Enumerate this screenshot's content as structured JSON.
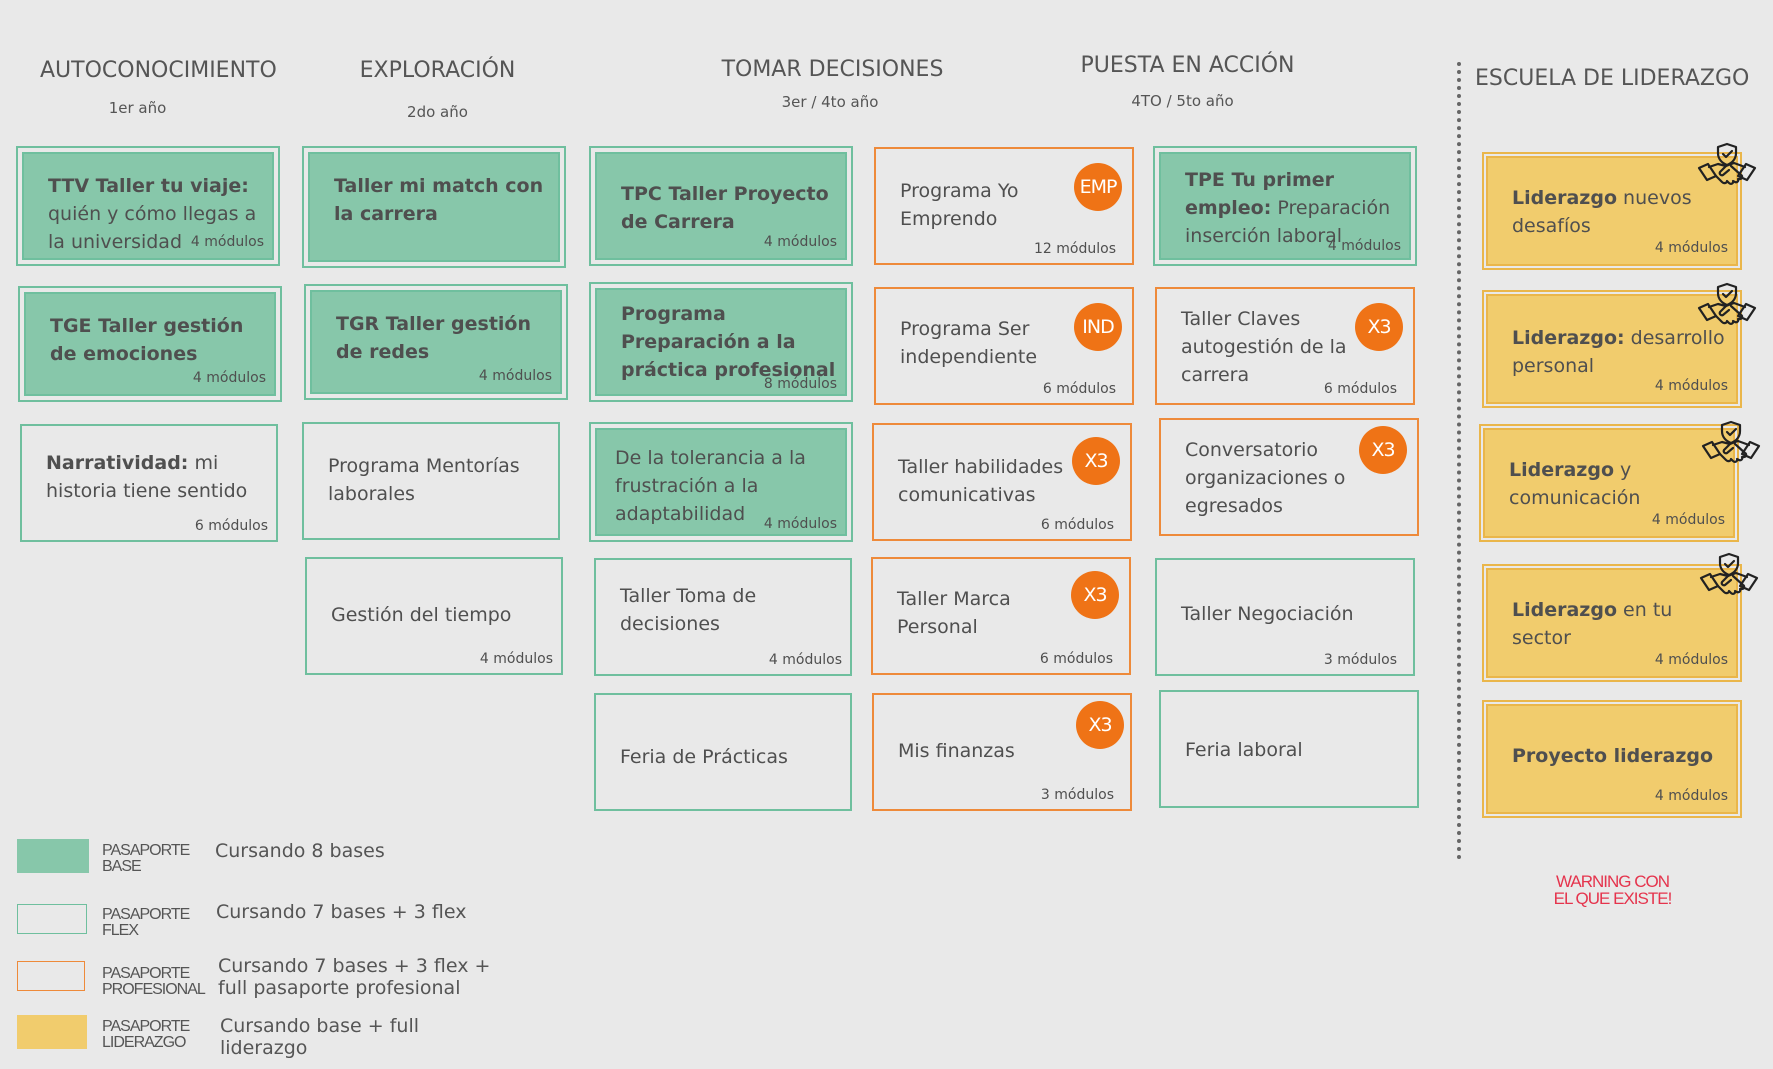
{
  "headers": {
    "autoconocimiento": {
      "title": "AUTOCONOCIMIENTO",
      "year": "1er año"
    },
    "exploracion": {
      "title": "EXPLORACIÓN",
      "year": "2do año"
    },
    "tomar": {
      "title": "TOMAR DECISIONES",
      "year": "3er / 4to año"
    },
    "puesta": {
      "title": "PUESTA EN ACCIÓN",
      "year": "4TO / 5to año"
    },
    "escuela": {
      "title": "ESCUELA DE LIDERAZGO"
    }
  },
  "cards": {
    "ttv": {
      "bold": "TTV Taller tu viaje:",
      "rest": " quién y cómo llegas a la universidad",
      "mods": "4 módulos"
    },
    "tge": {
      "bold": "TGE Taller gestión de emociones",
      "rest": "",
      "mods": "4 módulos"
    },
    "narr": {
      "bold": "Narratividad:",
      "rest": " mi historia tiene sentido",
      "mods": "6 módulos"
    },
    "match": {
      "bold": "Taller mi match con la carrera",
      "rest": "",
      "mods": ""
    },
    "tgr": {
      "bold": "TGR Taller gestión de redes",
      "rest": "",
      "mods": "4 módulos"
    },
    "mentorias": {
      "bold": "",
      "rest": "Programa Mentorías laborales",
      "mods": ""
    },
    "tiempo": {
      "bold": "",
      "rest": "Gestión del tiempo",
      "mods": "4 módulos"
    },
    "tpc": {
      "bold": "TPC Taller Proyecto de Carrera",
      "rest": "",
      "mods": "4 módulos"
    },
    "practica": {
      "bold": "Programa Preparación a la práctica profesional",
      "rest": "",
      "mods": "8 módulos"
    },
    "tolerancia": {
      "bold": "",
      "rest": "De la tolerancia a la frustración a la adaptabilidad",
      "mods": "4 módulos"
    },
    "toma": {
      "bold": "",
      "rest": "Taller Toma de decisiones",
      "mods": "4 módulos"
    },
    "feriap": {
      "bold": "",
      "rest": "Feria de Prácticas",
      "mods": ""
    },
    "emprendo": {
      "bold": "",
      "rest": "Programa Yo Emprendo",
      "mods": "12 módulos",
      "badge": "EMP"
    },
    "independiente": {
      "bold": "",
      "rest": "Programa Ser independiente",
      "mods": "6 módulos",
      "badge": "IND"
    },
    "habilidades": {
      "bold": "",
      "rest": "Taller habilidades comunicativas",
      "mods": "6 módulos",
      "badge": "X3"
    },
    "marca": {
      "bold": "",
      "rest": "Taller Marca Personal",
      "mods": "6 módulos",
      "badge": "X3"
    },
    "finanzas": {
      "bold": "",
      "rest": "Mis finanzas",
      "mods": "3 módulos",
      "badge": "X3"
    },
    "tpe": {
      "bold": "TPE Tu primer empleo:",
      "rest": " Preparación inserción laboral",
      "mods": "4 módulos"
    },
    "claves": {
      "bold": "",
      "rest": "Taller Claves autogestión de la carrera",
      "mods": "6 módulos",
      "badge": "X3"
    },
    "conversatorio": {
      "bold": "",
      "rest": "Conversatorio organizaciones o egresados",
      "mods": "",
      "badge": "X3"
    },
    "negociacion": {
      "bold": "",
      "rest": "Taller Negociación",
      "mods": "3 módulos"
    },
    "ferial": {
      "bold": "",
      "rest": "Feria laboral",
      "mods": ""
    },
    "lid1": {
      "bold": "Liderazgo",
      "rest": " nuevos desafíos",
      "mods": "4 módulos"
    },
    "lid2": {
      "bold": "Liderazgo:",
      "rest": " desarrollo personal",
      "mods": "4 módulos"
    },
    "lid3": {
      "bold": "Liderazgo",
      "rest": " y comunicación",
      "mods": "4 módulos"
    },
    "lid4": {
      "bold": "Liderazgo",
      "rest": " en tu sector",
      "mods": "4 módulos"
    },
    "lid5": {
      "bold": "Proyecto liderazgo",
      "rest": "",
      "mods": "4 módulos"
    }
  },
  "legend": [
    {
      "name1": "PASAPORTE",
      "name2": "BASE",
      "desc": "Cursando 8 bases"
    },
    {
      "name1": "PASAPORTE",
      "name2": "FLEX",
      "desc": "Cursando 7 bases + 3 flex"
    },
    {
      "name1": "PASAPORTE",
      "name2": "PROFESIONAL",
      "desc": "Cursando 7 bases + 3 flex + full pasaporte profesional"
    },
    {
      "name1": "PASAPORTE",
      "name2": "LIDERAZGO",
      "desc": "Cursando base + full liderazgo"
    }
  ],
  "warning": {
    "line1": "WARNING CON",
    "line2": "EL QUE EXISTE!"
  },
  "colors": {
    "base": "#87c7aa",
    "flex_border": "#6fbf9e",
    "pro_border": "#ee8a3a",
    "badge": "#ef7316",
    "lid": "#f1cc6d",
    "warning": "#e5344d"
  },
  "icons": {
    "leadership": "handshake-shield-icon"
  }
}
